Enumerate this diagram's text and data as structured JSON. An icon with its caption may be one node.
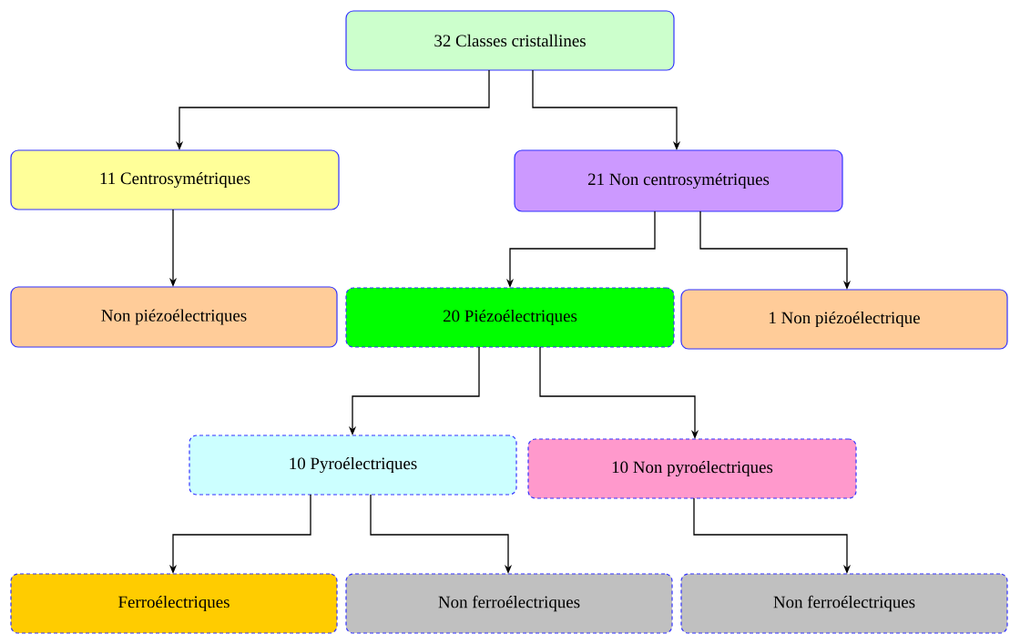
{
  "diagram": {
    "nodes": [
      {
        "text": [
          "32 Classes cristallines"
        ]
      },
      {
        "text": [
          "11 Centrosymétriques"
        ]
      },
      {
        "text": [
          "21 Non centrosymétriques"
        ]
      },
      {
        "text": [
          "Non piézoélectriques"
        ]
      },
      {
        "text": [
          "20 Piézoélectriques"
        ]
      },
      {
        "text": [
          "1 Non piézoélectrique"
        ]
      },
      {
        "text": [
          "10 Pyroélectriques"
        ]
      },
      {
        "text": [
          "10 Non pyroélectriques"
        ]
      },
      {
        "text": [
          "Ferroélectriques"
        ]
      },
      {
        "text": [
          "Non ferroélectriques"
        ]
      },
      {
        "text": [
          "Non ferroélectriques"
        ]
      }
    ],
    "edges": [
      {
        "from": 0,
        "to": 1,
        "arrow": "to"
      },
      {
        "from": 0,
        "to": 2,
        "arrow": "to"
      },
      {
        "from": 1,
        "to": 3,
        "arrow": "to"
      },
      {
        "from": 2,
        "to": 4,
        "arrow": "to"
      },
      {
        "from": 2,
        "to": 5,
        "arrow": "to"
      },
      {
        "from": 4,
        "to": 6,
        "arrow": "to"
      },
      {
        "from": 4,
        "to": 7,
        "arrow": "to"
      },
      {
        "from": 6,
        "to": 8,
        "arrow": "to"
      },
      {
        "from": 6,
        "to": 9,
        "arrow": "to"
      },
      {
        "from": 7,
        "to": 10,
        "arrow": "to"
      }
    ]
  }
}
